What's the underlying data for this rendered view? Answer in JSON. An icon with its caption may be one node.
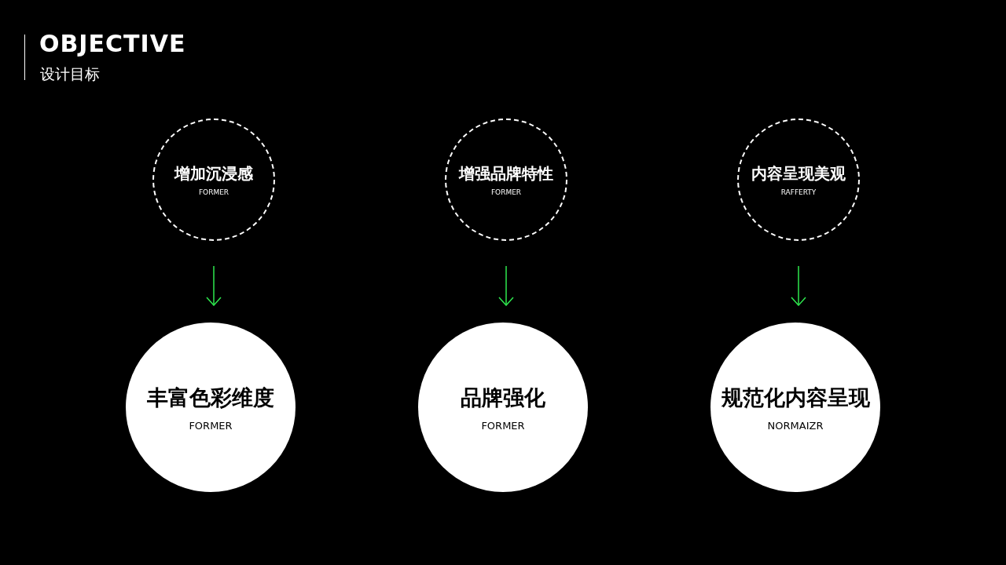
{
  "diagram": {
    "title": "OBJECTIVE",
    "nodes": [
      {
        "text": [
          "增加沉浸感",
          "FORMER"
        ]
      },
      {
        "text": [
          "增强品牌特性",
          "FORMER"
        ]
      },
      {
        "text": [
          "内容呈现美观",
          "RAFFERTY"
        ]
      },
      {
        "text": [
          "丰富色彩维度",
          "FORMER"
        ]
      },
      {
        "text": [
          "品牌强化",
          "FORMER"
        ]
      },
      {
        "text": [
          "规范化内容呈现",
          "NORMAIZR"
        ]
      }
    ],
    "edges": [
      {
        "from": 0,
        "to": 3,
        "arrow": "to"
      },
      {
        "from": 1,
        "to": 4,
        "arrow": "to"
      },
      {
        "from": 2,
        "to": 5,
        "arrow": "to"
      }
    ],
    "labels": [
      "设计目标"
    ]
  }
}
